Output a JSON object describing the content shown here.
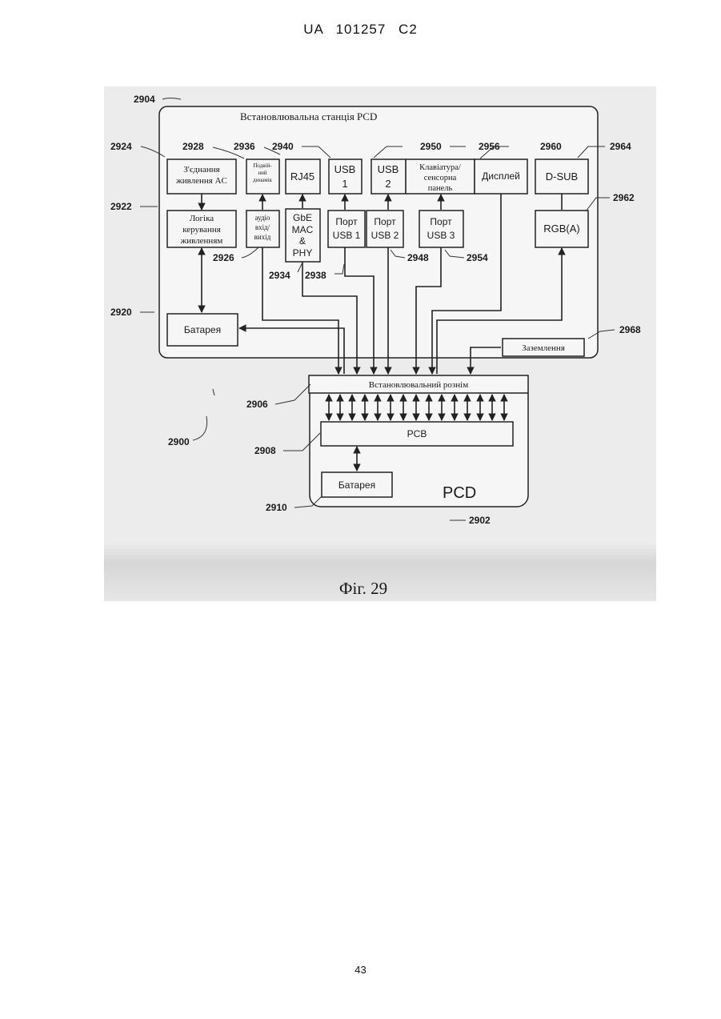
{
  "header": {
    "patent": "UA   101257   C2"
  },
  "page_number": "43",
  "figure": {
    "caption": "Фіг. 29",
    "station_title": "Встановлювальна станція PCD",
    "pcd_title": "PCD",
    "boxes": {
      "ac_power": [
        "З'єднання",
        "живлення AC"
      ],
      "dual_speaker": [
        "Подвій-",
        "ний",
        "динамік"
      ],
      "rj45": "RJ45",
      "usb1": [
        "USB",
        "1"
      ],
      "usb2": "USB",
      "usb2_num": "2",
      "keyboard": [
        "Клавіатура/",
        "сенсорна",
        "панель"
      ],
      "display": "Дисплей",
      "dsub": "D-SUB",
      "power_logic": [
        "Логіка",
        "керування",
        "живленням"
      ],
      "audio_io": [
        "аудіо",
        "вхід/",
        "вихід"
      ],
      "gbe": [
        "GbE",
        "MAC",
        "&",
        "PHY"
      ],
      "port_usb1": [
        "Порт",
        "USB 1"
      ],
      "port_usb2": [
        "Порт",
        "USB 2"
      ],
      "port_usb3": [
        "Порт",
        "USB 3"
      ],
      "rgb": "RGB(A)",
      "battery_station": "Батарея",
      "ground": "Заземлення",
      "dock_connector": "Встановлювальний рознім",
      "pcb": "PCB",
      "battery_pcd": "Батарея"
    },
    "refs": {
      "r2904": "2904",
      "r2924": "2924",
      "r2928": "2928",
      "r2936": "2936",
      "r2940": "2940",
      "r2950": "2950",
      "r2956": "2956",
      "r2960": "2960",
      "r2964": "2964",
      "r2922": "2922",
      "r2962": "2962",
      "r2926": "2926",
      "r2934": "2934",
      "r2938": "2938",
      "r2948": "2948",
      "r2954": "2954",
      "r2920": "2920",
      "r2968": "2968",
      "r2906": "2906",
      "r2900": "2900",
      "r2908": "2908",
      "r2910": "2910",
      "r2902": "2902"
    }
  }
}
